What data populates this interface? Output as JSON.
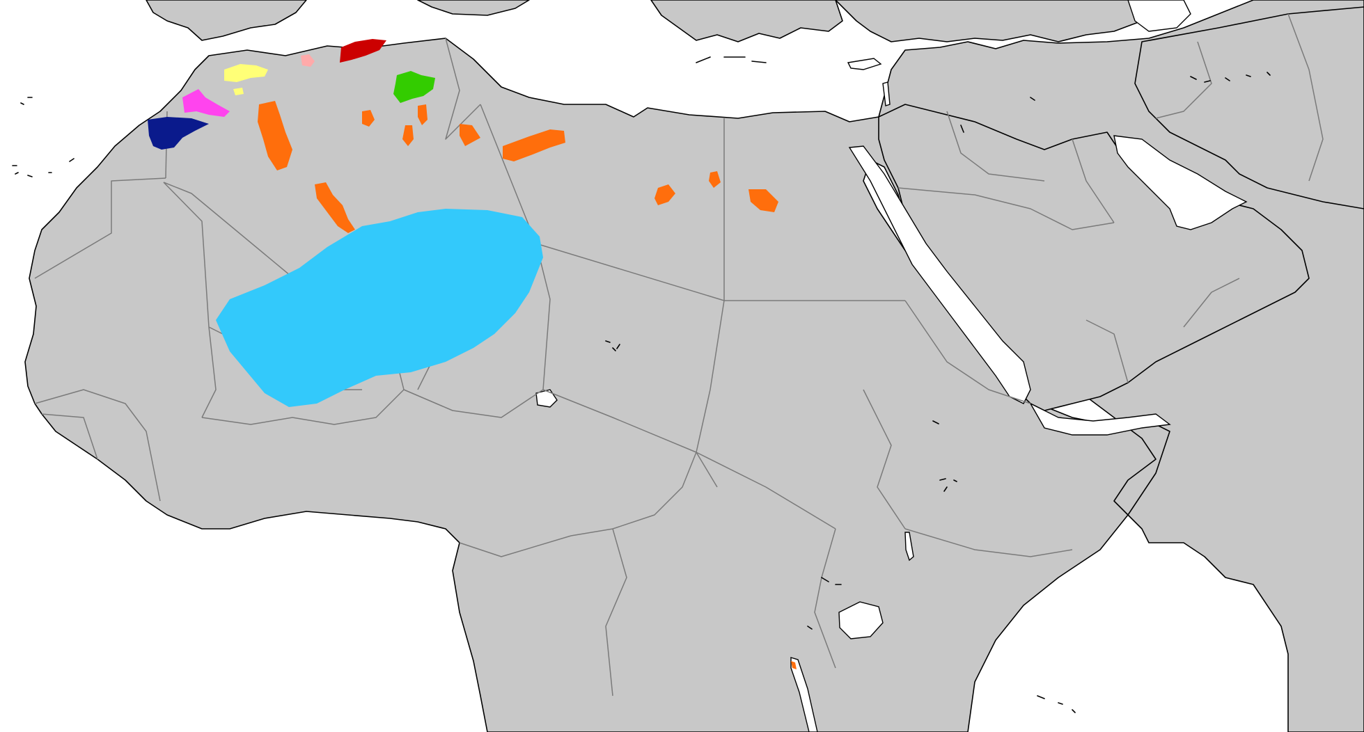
{
  "map": {
    "colors": {
      "sea": "#ffffff",
      "land": "#c8c8c8",
      "coastline": "#000000",
      "border": "#7a7a7a"
    },
    "range_regions": [
      {
        "id": "saharan-central",
        "color": "#33c9fb"
      },
      {
        "id": "atlas-orange-patches",
        "color": "#ff6e0c"
      },
      {
        "id": "morocco-atlantic",
        "color": "#0a1a8c"
      },
      {
        "id": "morocco-middle-atlas",
        "color": "#ff44ee"
      },
      {
        "id": "morocco-rif",
        "color": "#ffff77"
      },
      {
        "id": "algeria-coast-pink",
        "color": "#ffaaaa"
      },
      {
        "id": "algeria-kabylie",
        "color": "#cc0000"
      },
      {
        "id": "algeria-aures",
        "color": "#33cc00"
      }
    ]
  }
}
